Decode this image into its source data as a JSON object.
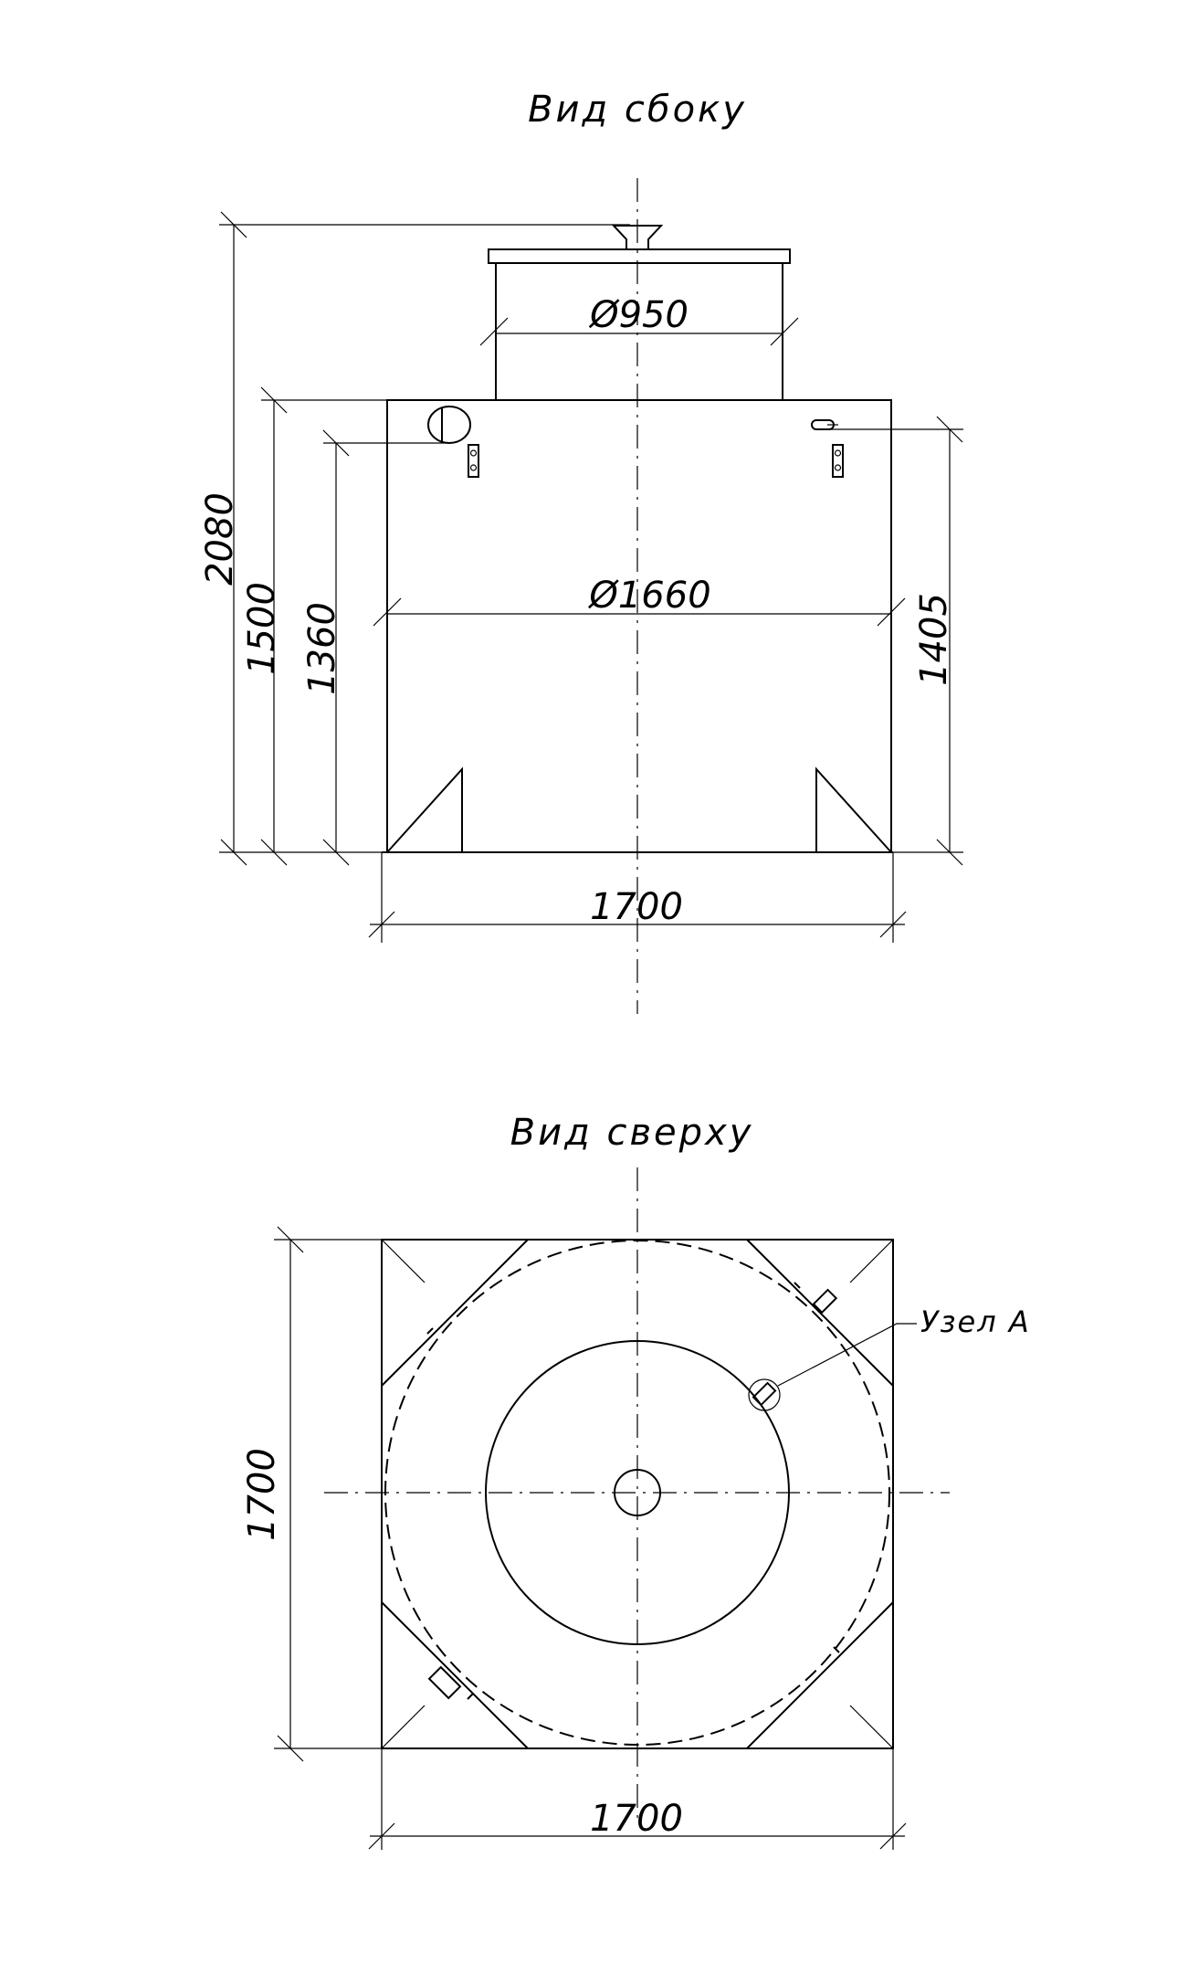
{
  "side_view": {
    "title": "Вид сбоку",
    "dimensions": {
      "overall_height": "2080",
      "body_height": "1500",
      "inlet_height": "1360",
      "outlet_height": "1405",
      "neck_diameter": "Ø950",
      "body_diameter": "Ø1660",
      "base_width": "1700"
    }
  },
  "top_view": {
    "title": "Вид сверху",
    "callout": "Узел А",
    "dimensions": {
      "height": "1700",
      "width": "1700"
    }
  }
}
